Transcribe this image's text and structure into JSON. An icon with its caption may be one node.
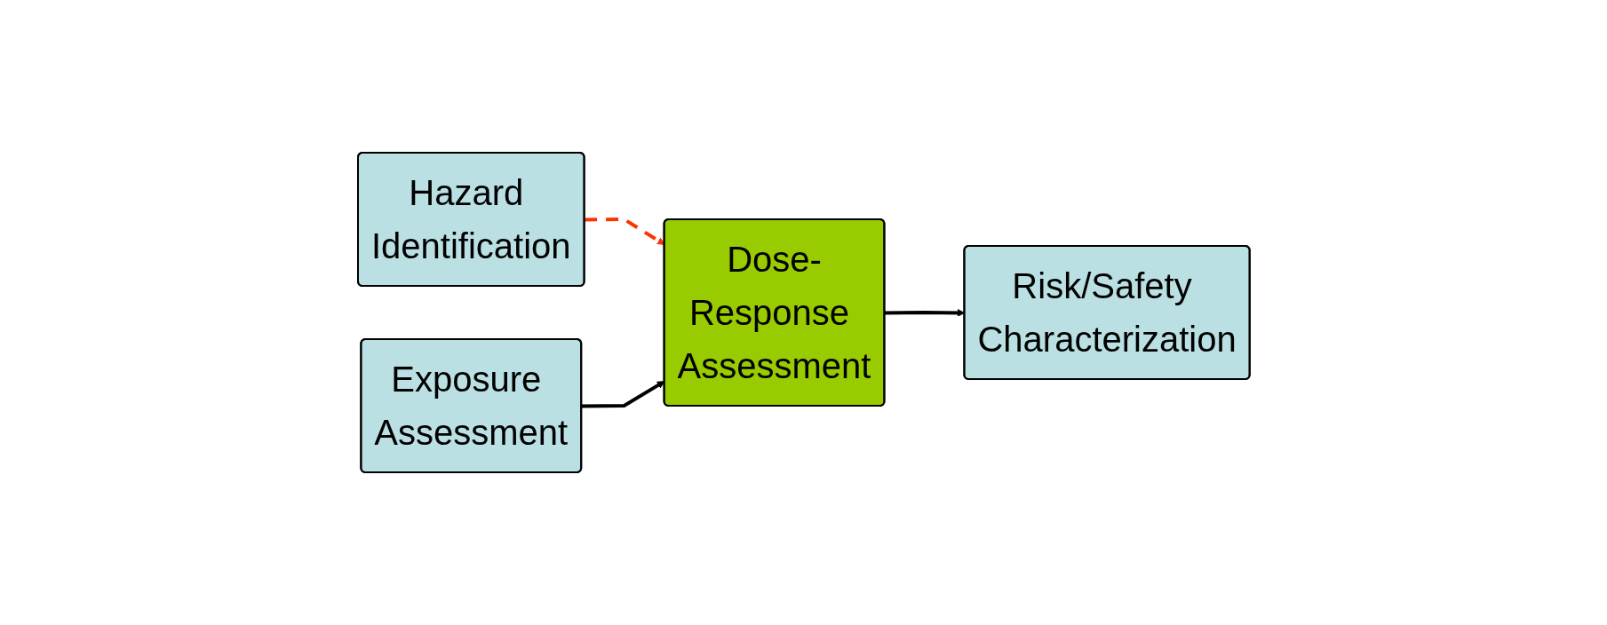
{
  "diagram": {
    "nodes": [
      {
        "text": [
          "Risk/Safety Characterization"
        ]
      },
      {
        "text": [
          "Hazard Identification"
        ]
      },
      {
        "text": [
          "Dose-Response Assessment"
        ]
      },
      {
        "text": [
          "Exposure Assessment"
        ]
      }
    ],
    "edges": [
      {
        "from": 1,
        "to": 2,
        "arrow": "to",
        "style": "dashed",
        "color": "#ff3300"
      },
      {
        "from": 3,
        "to": 2,
        "arrow": "to"
      },
      {
        "from": 2,
        "to": 0,
        "arrow": "to"
      }
    ]
  }
}
